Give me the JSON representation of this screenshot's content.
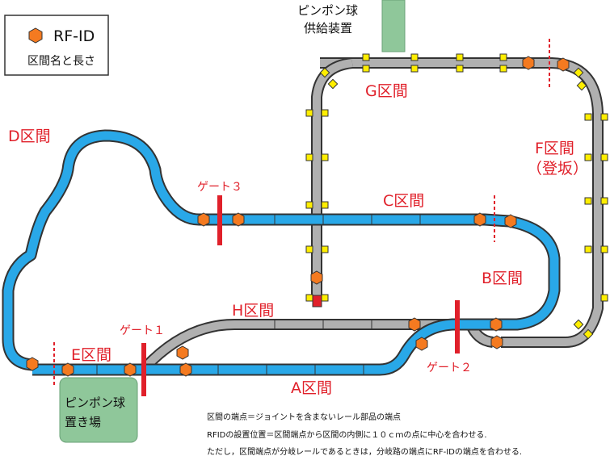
{
  "legend": {
    "marker_label": "RF-ID",
    "section_label": "区間名と長さ"
  },
  "supply": {
    "line1": "ピンポン球",
    "line2": "供給装置"
  },
  "storage": {
    "line1": "ピンポン球",
    "line2": "置き場"
  },
  "sections": {
    "A": "A区間",
    "B": "B区間",
    "C": "C区間",
    "D": "D区間",
    "E": "E区間",
    "F": "F区間",
    "F_sub": "（登坂）",
    "G": "G区間",
    "H": "H区間"
  },
  "gates": {
    "g1": "ゲート１",
    "g2": "ゲート２",
    "g3": "ゲート３"
  },
  "notes": [
    "区間の端点＝ジョイントを含まないレール部品の端点",
    "RFIDの設置位置＝区間端点から区間の内側に１０ｃｍの点に中心を合わせる.",
    "ただし，区間端点が分岐レールであるときは，分岐路の端点にRF-IDの端点を合わせる."
  ],
  "colors": {
    "blue": "#29a8e8",
    "gray": "#b0b0b0",
    "rfid": "#f47a20",
    "gate": "#e0202a",
    "green": "#8fc79a",
    "joint": "#ffee00"
  }
}
